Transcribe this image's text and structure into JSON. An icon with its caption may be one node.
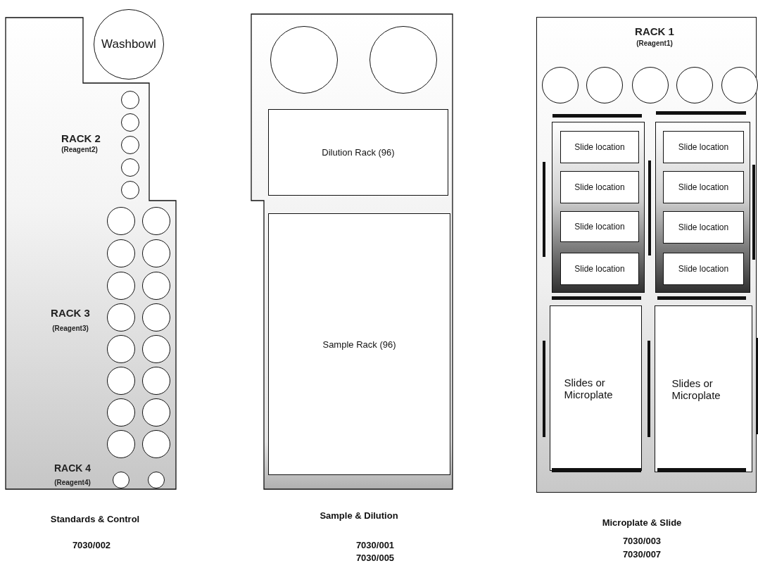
{
  "diagram": {
    "nodes": [
      {
        "text": [],
        "shape": "box",
        "beside": [
          "Standards & Control",
          "7030/002"
        ]
      },
      {
        "text": [
          "Washbowl"
        ]
      },
      {
        "text": [],
        "shape": "circle",
        "in": 0
      },
      {
        "text": [],
        "shape": "circle",
        "in": 0
      },
      {
        "text": [],
        "shape": "circle",
        "in": 0
      },
      {
        "text": [],
        "shape": "circle",
        "in": 0
      },
      {
        "text": [],
        "shape": "circle",
        "in": 0
      },
      {
        "text": [],
        "shape": "circle",
        "in": 0
      },
      {
        "text": [],
        "shape": "circle",
        "in": 0
      },
      {
        "text": [],
        "shape": "circle",
        "in": 0
      },
      {
        "text": [],
        "shape": "circle",
        "in": 0
      },
      {
        "text": [],
        "shape": "circle",
        "in": 0
      },
      {
        "text": [],
        "shape": "circle",
        "in": 0
      },
      {
        "text": [],
        "shape": "circle",
        "in": 0
      },
      {
        "text": [],
        "shape": "circle",
        "in": 0
      },
      {
        "text": [],
        "shape": "circle",
        "in": 0
      },
      {
        "text": [],
        "shape": "circle",
        "in": 0
      },
      {
        "text": [],
        "shape": "circle",
        "in": 0
      },
      {
        "text": [],
        "shape": "circle",
        "in": 0
      },
      {
        "text": [],
        "shape": "circle",
        "in": 0
      },
      {
        "text": [],
        "shape": "circle",
        "in": 0
      },
      {
        "text": [],
        "shape": "circle",
        "in": 0
      },
      {
        "text": [],
        "shape": "circle",
        "in": 0
      },
      {
        "text": [],
        "shape": "circle",
        "in": 0
      },
      {
        "text": [],
        "shape": "circle",
        "in": 0
      },
      {
        "text": [],
        "shape": "box",
        "beside": [
          "Sample & Dilution",
          "7030/001",
          "7030/005"
        ]
      },
      {
        "text": [],
        "shape": "circle",
        "in": 25
      },
      {
        "text": [],
        "shape": "circle",
        "in": 25
      },
      {
        "text": [
          "Dilution Rack (96)"
        ],
        "in": 25
      },
      {
        "text": [
          "Sample Rack (96)"
        ],
        "in": 25
      },
      {
        "text": [],
        "shape": "box",
        "beside": [
          "Microplate & Slide",
          "7030/003",
          "7030/007"
        ]
      },
      {
        "text": [],
        "shape": "circle",
        "in": 30
      },
      {
        "text": [],
        "shape": "circle",
        "in": 30
      },
      {
        "text": [],
        "shape": "circle",
        "in": 30
      },
      {
        "text": [],
        "shape": "circle",
        "in": 30
      },
      {
        "text": [],
        "shape": "circle",
        "in": 30
      },
      {
        "text": [],
        "shape": "box",
        "in": 30
      },
      {
        "text": [
          "Slide location"
        ],
        "in": 36
      },
      {
        "text": [
          "Slide location"
        ],
        "in": 36
      },
      {
        "text": [
          "Slide location"
        ],
        "in": 36
      },
      {
        "text": [
          "Slide location"
        ],
        "in": 36
      },
      {
        "text": [],
        "shape": "box",
        "in": 30
      },
      {
        "text": [
          "Slide location"
        ],
        "in": 41
      },
      {
        "text": [
          "Slide location"
        ],
        "in": 41
      },
      {
        "text": [
          "Slide location"
        ],
        "in": 41
      },
      {
        "text": [
          "Slide location"
        ],
        "in": 41
      },
      {
        "text": [
          "Slides or Microplate"
        ],
        "in": 30
      },
      {
        "text": [
          "Slides or Microplate"
        ],
        "in": 30
      }
    ],
    "labels": [
      "RACK 1",
      "(Reagent1)",
      "RACK 2",
      "(Reagent2)",
      "RACK 3",
      "(Reagent3)",
      "RACK 4",
      "(Reagent4)"
    ]
  }
}
